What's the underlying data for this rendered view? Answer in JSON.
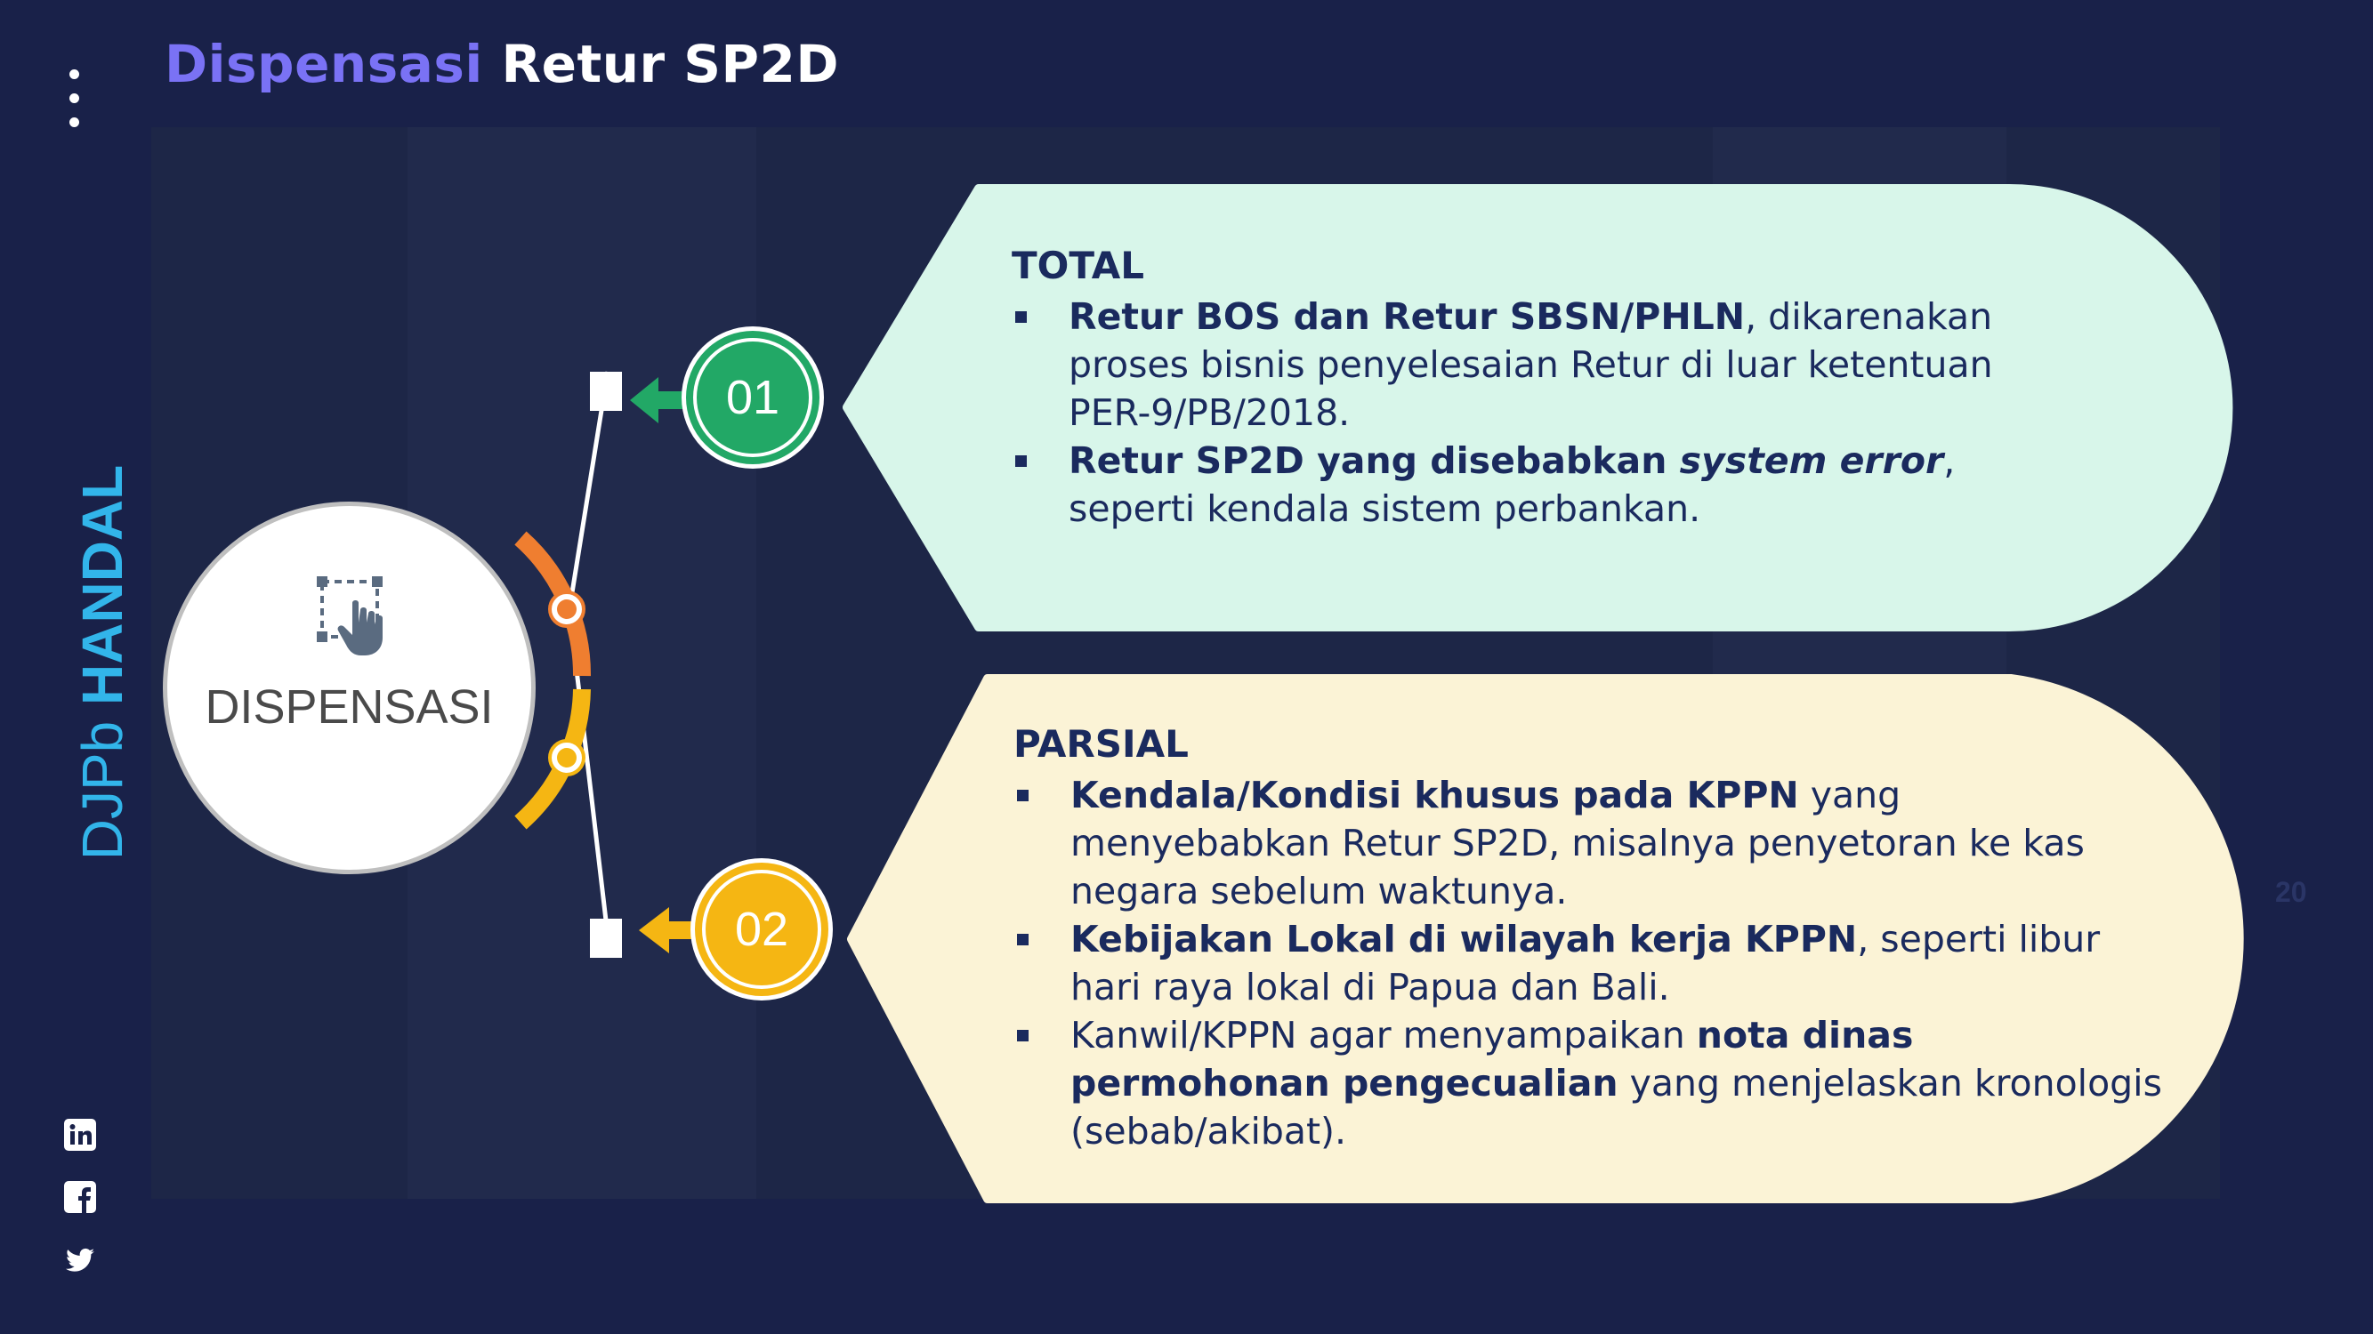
{
  "title": {
    "part1": "Dispensasi",
    "part2": "Retur SP2D"
  },
  "brand": {
    "light": "DJPb ",
    "bold": "HANDAL"
  },
  "center": {
    "label": "DISPENSASI"
  },
  "items": [
    {
      "number": "01",
      "heading": "TOTAL",
      "color": "#22a866",
      "bg": "#d8f6ea",
      "bullets": [
        {
          "bold": "Retur BOS dan Retur SBSN/PHLN",
          "rest": ", dikarenakan proses bisnis penyelesaian Retur di luar ketentuan PER-9/PB/2018."
        },
        {
          "bold": "Retur SP2D yang disebabkan ",
          "italic": "system error",
          "rest": ", seperti kendala sistem perbankan."
        }
      ]
    },
    {
      "number": "02",
      "heading": "PARSIAL",
      "color": "#f5b613",
      "bg": "#fbf3d6",
      "bullets": [
        {
          "bold": "Kendala/Kondisi khusus pada KPPN",
          "rest": " yang menyebabkan Retur SP2D, misalnya penyetoran ke kas negara sebelum waktunya."
        },
        {
          "bold": "Kebijakan Lokal di wilayah kerja KPPN",
          "rest": ", seperti libur hari raya lokal di Papua dan Bali."
        },
        {
          "pre": "Kanwil/KPPN agar menyampaikan ",
          "bold": "nota dinas permohonan pengecualian",
          "rest": " yang menjelaskan kronologis (sebab/akibat)."
        }
      ]
    }
  ],
  "social": [
    "linkedin-icon",
    "facebook-icon",
    "twitter-icon"
  ],
  "page_number": "20",
  "colors": {
    "background": "#192149",
    "accent_orange": "#ef7e30",
    "accent_yellow": "#f5b613",
    "accent_green": "#22a866",
    "title_purple": "#7a72f5",
    "brand_blue": "#32b5ea"
  }
}
